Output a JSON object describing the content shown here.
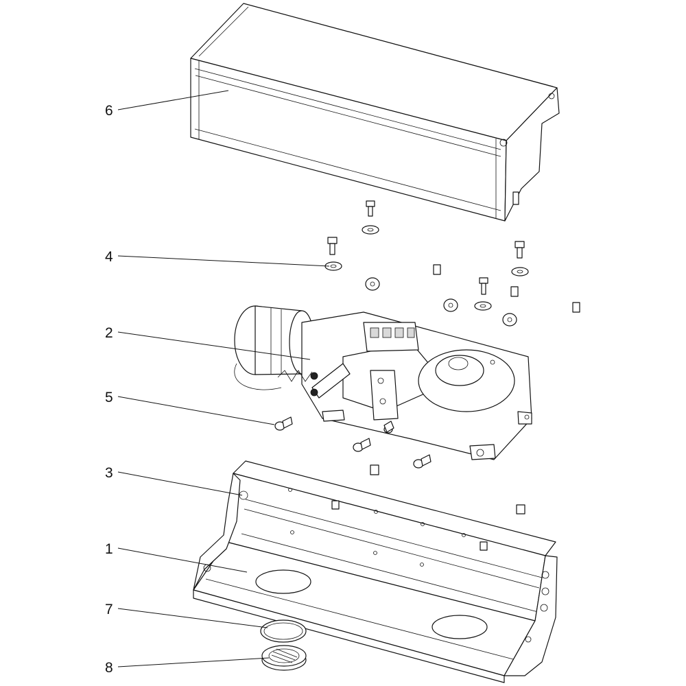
{
  "callouts": [
    {
      "id": "6",
      "label": "6"
    },
    {
      "id": "4",
      "label": "4"
    },
    {
      "id": "2",
      "label": "2"
    },
    {
      "id": "5",
      "label": "5"
    },
    {
      "id": "3",
      "label": "3"
    },
    {
      "id": "1",
      "label": "1"
    },
    {
      "id": "7",
      "label": "7"
    },
    {
      "id": "8",
      "label": "8"
    }
  ],
  "icons": {
    "cover": "aluminium-cover-drawing",
    "drive": "drive-unit-drawing",
    "base": "base-profile-drawing",
    "screw": "screw-drawing",
    "washer": "washer-drawing",
    "nut": "slot-nut-drawing",
    "seal_ring": "o-ring-drawing",
    "grommet": "grommet-cap-drawing"
  }
}
